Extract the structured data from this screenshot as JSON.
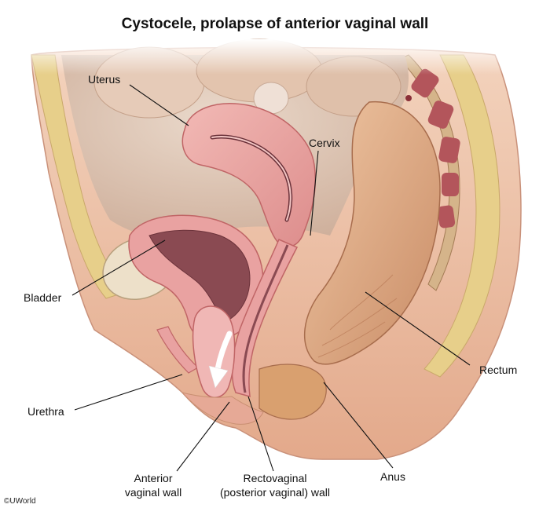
{
  "title": "Cystocele, prolapse of anterior vaginal wall",
  "copyright": "©UWorld",
  "labels": {
    "uterus": "Uterus",
    "cervix": "Cervix",
    "bladder": "Bladder",
    "rectum": "Rectum",
    "urethra": "Urethra",
    "anterior_line1": "Anterior",
    "anterior_line2": "vaginal wall",
    "rectovaginal_line1": "Rectovaginal",
    "rectovaginal_line2": "(posterior vaginal) wall",
    "anus": "Anus"
  },
  "icons": {
    "prolapse_direction": "down-arrow-icon"
  },
  "colors": {
    "skin": "#e9b79d",
    "skin_dark": "#c98f72",
    "fat": "#e7cf8a",
    "cavity": "#ddc5b4",
    "organ_pink": "#e9a2a1",
    "organ_wall": "#d97f80",
    "mucosa": "#8a4a52",
    "rectum": "#dca57e",
    "bladder_fill": "#ede0c9",
    "vertebra": "#b3555b"
  }
}
